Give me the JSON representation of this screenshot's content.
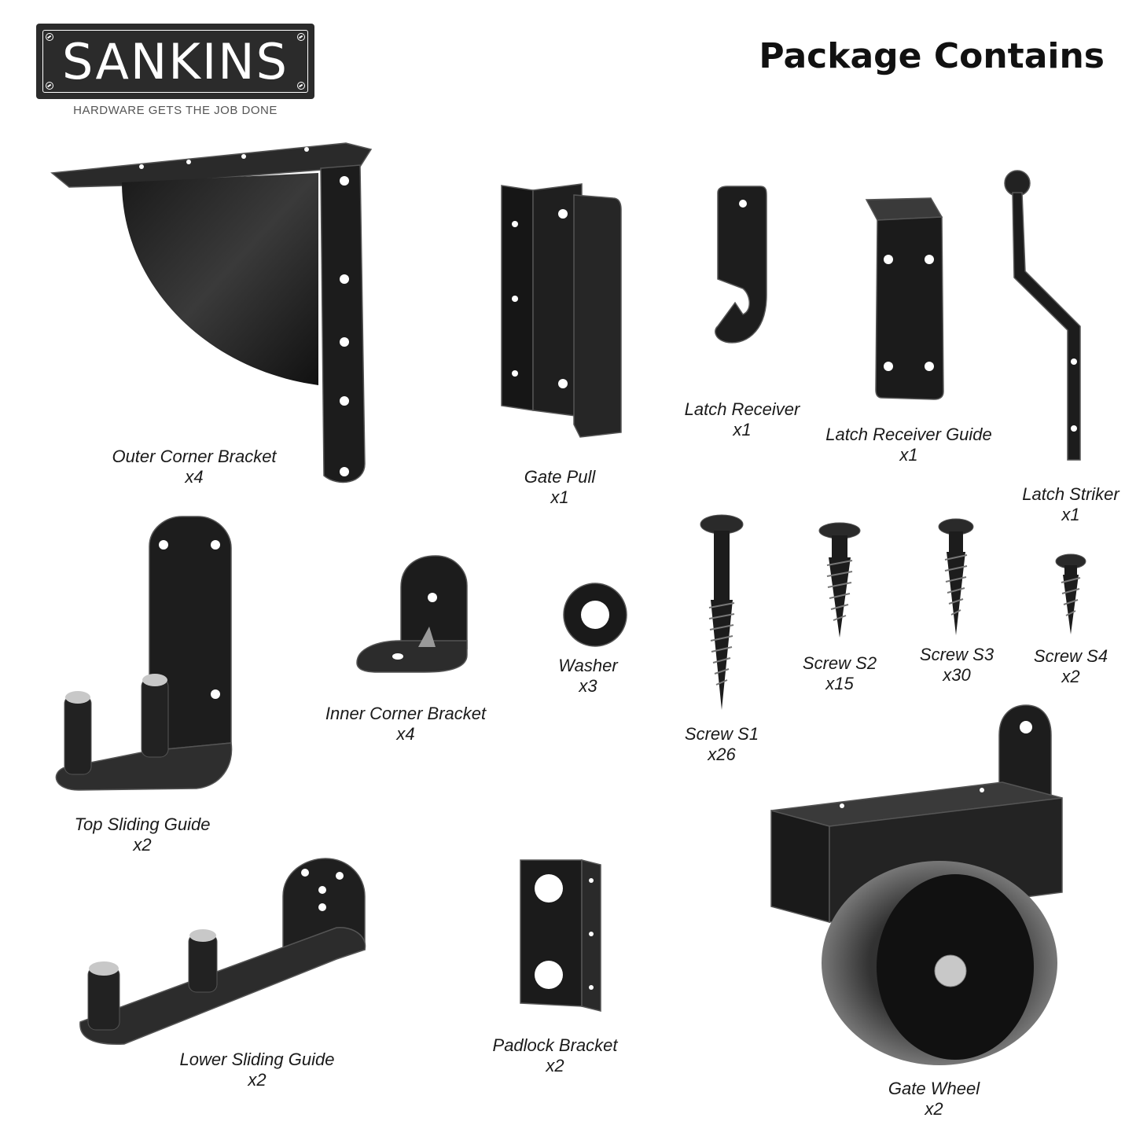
{
  "brand": {
    "name": "SANKINS",
    "tagline": "HARDWARE GETS THE JOB DONE"
  },
  "title": "Package Contains",
  "items": [
    {
      "name": "Outer Corner Bracket",
      "qty": "x4"
    },
    {
      "name": "Gate Pull",
      "qty": "x1"
    },
    {
      "name": "Latch Receiver",
      "qty": "x1"
    },
    {
      "name": "Latch Receiver Guide",
      "qty": "x1"
    },
    {
      "name": "Latch Striker",
      "qty": "x1"
    },
    {
      "name": "Top Sliding Guide",
      "qty": "x2"
    },
    {
      "name": "Inner Corner Bracket",
      "qty": "x4"
    },
    {
      "name": "Washer",
      "qty": "x3"
    },
    {
      "name": "Screw S1",
      "qty": "x26"
    },
    {
      "name": "Screw S2",
      "qty": "x15"
    },
    {
      "name": "Screw S3",
      "qty": "x30"
    },
    {
      "name": "Screw S4",
      "qty": "x2"
    },
    {
      "name": "Lower Sliding Guide",
      "qty": "x2"
    },
    {
      "name": "Padlock Bracket",
      "qty": "x2"
    },
    {
      "name": "Gate Wheel",
      "qty": "x2"
    }
  ]
}
